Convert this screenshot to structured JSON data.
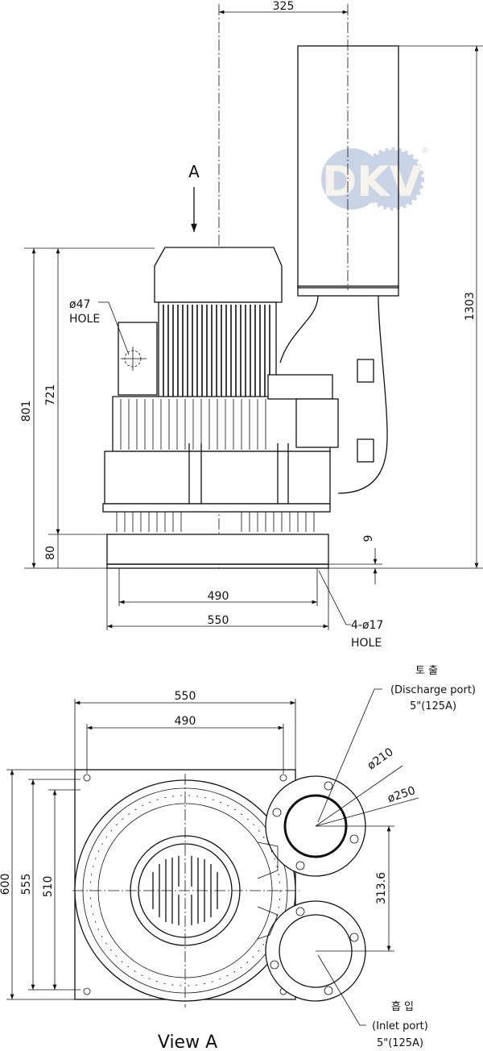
{
  "title": "Ring blower dimension drawing",
  "logo": {
    "text": "DKV",
    "registered": "®",
    "color": "#a9bcd6"
  },
  "side_view": {
    "dim_325": "325",
    "dim_1303": "1303",
    "dim_801": "801",
    "dim_721": "721",
    "dim_80": "80",
    "dim_9": "9",
    "dim_490": "490",
    "dim_550": "550",
    "view_arrow": "A",
    "hole_47_line1": "ø47",
    "hole_47_line2": "HOLE",
    "hole_17_line1": "4-ø17",
    "hole_17_line2": "HOLE"
  },
  "view_a": {
    "dim_550": "550",
    "dim_490": "490",
    "dim_600": "600",
    "dim_555": "555",
    "dim_510": "510",
    "dim_313_6": "313.6",
    "dia_210": "ø210",
    "dia_250": "ø250",
    "discharge_ko": "토 출",
    "discharge_en": "(Discharge port)",
    "discharge_size": "5\"(125A)",
    "inlet_ko": "흡 입",
    "inlet_en": "(Inlet port)",
    "inlet_size": "5\"(125A)",
    "caption": "View A"
  }
}
